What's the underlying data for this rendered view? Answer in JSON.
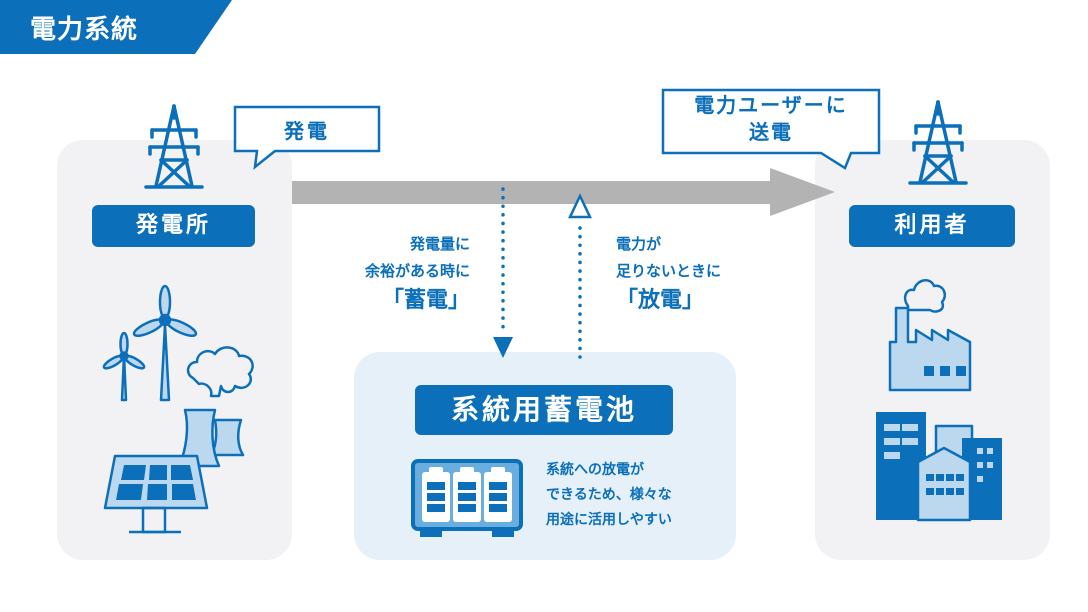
{
  "title": "電力系統",
  "nodes": {
    "power_plant": {
      "label": "発電所"
    },
    "user": {
      "label": "利用者"
    },
    "grid_battery": {
      "label": "系統用蓄電池",
      "description": [
        "系統への放電が",
        "できるため、様々な",
        "用途に活用しやすい"
      ]
    }
  },
  "bubbles": {
    "generation": "発電",
    "transmission_line1": "電力ユーザーに",
    "transmission_line2": "送電"
  },
  "flows": {
    "store": {
      "line1": "発電量に",
      "line2": "余裕がある時に",
      "emphasis": "「蓄電」"
    },
    "discharge": {
      "line1": "電力が",
      "line2": "足りないときに",
      "emphasis": "「放電」"
    }
  },
  "colors": {
    "brand_blue": "#0b6fba",
    "light_blue": "#bcd8ef",
    "panel_gray": "#f2f2f4",
    "battery_panel": "#e6f0f9",
    "arrow_gray": "#b3b3b3"
  }
}
